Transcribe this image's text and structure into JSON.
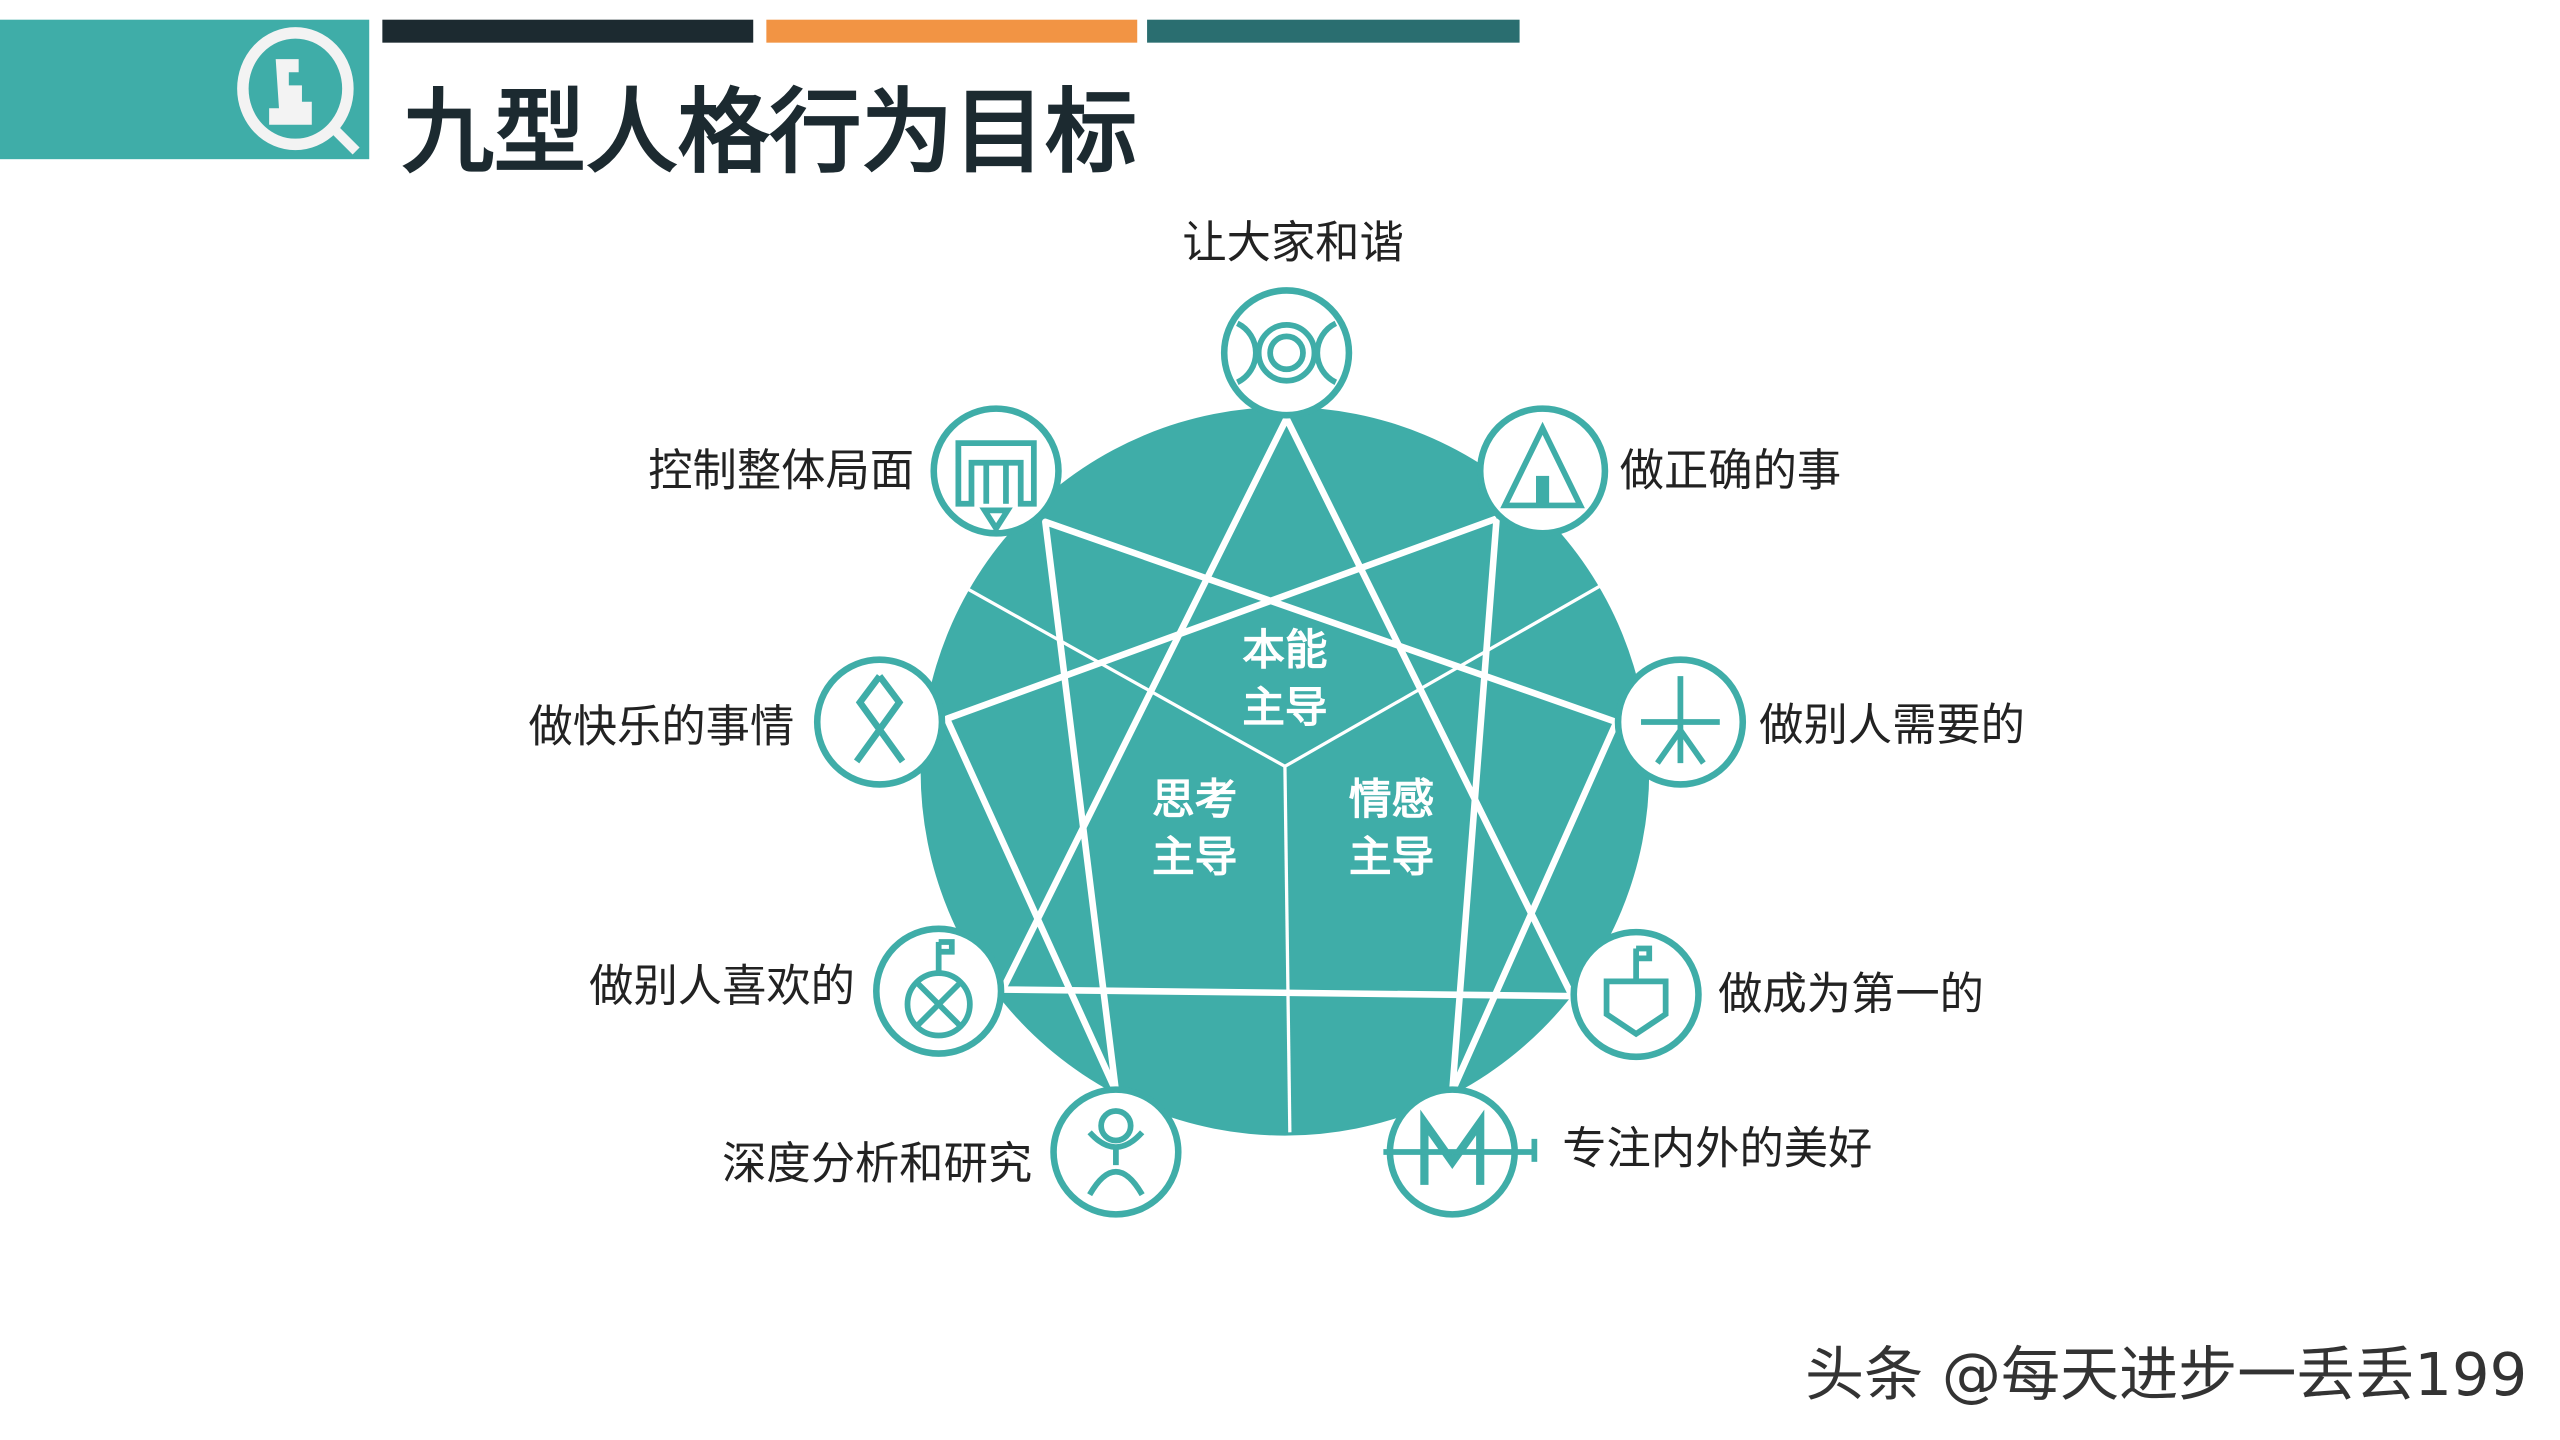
{
  "header": {
    "title": "九型人格行为目标",
    "logo_icon": "magnifier-icon",
    "bar_colors": [
      "#1c2a30",
      "#f29444",
      "#2a6e70"
    ],
    "accent": "#3fada8"
  },
  "diagram": {
    "center_groups": [
      {
        "line1": "本能",
        "line2": "主导"
      },
      {
        "line1": "思考",
        "line2": "主导"
      },
      {
        "line1": "情感",
        "line2": "主导"
      }
    ],
    "nodes": [
      {
        "label": "让大家和谐",
        "icon": "rings-icon"
      },
      {
        "label": "做正确的事",
        "icon": "triangle-house-icon"
      },
      {
        "label": "做别人需要的",
        "icon": "tree-cross-icon"
      },
      {
        "label": "做成为第一的",
        "icon": "flag-shield-icon"
      },
      {
        "label": "专注内外的美好",
        "icon": "letter-m-icon"
      },
      {
        "label": "深度分析和研究",
        "icon": "person-icon"
      },
      {
        "label": "做别人喜欢的",
        "icon": "flag-circle-x-icon"
      },
      {
        "label": "做快乐的事情",
        "icon": "crossed-diamond-icon"
      },
      {
        "label": "控制整体局面",
        "icon": "gate-arrow-icon"
      }
    ]
  },
  "watermark": "头条 @每天进步一丢丢199"
}
